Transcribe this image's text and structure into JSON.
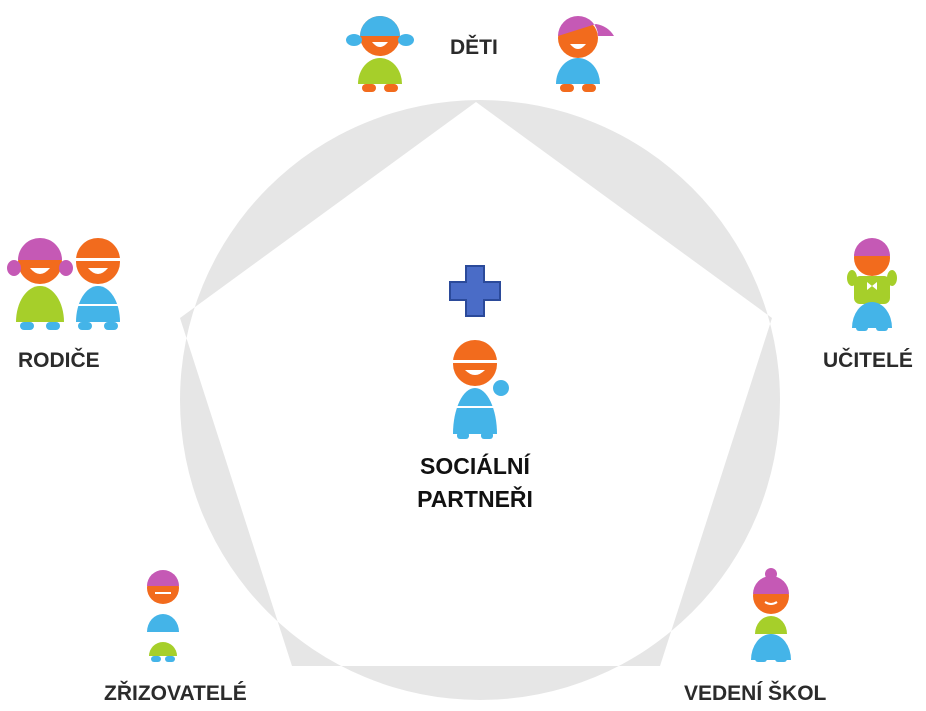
{
  "colors": {
    "ring": "#e6e6e6",
    "orange": "#f26b1d",
    "blue": "#44b4e8",
    "green": "#a6cf2a",
    "magenta": "#c559b5",
    "plus": "#4a6cc7",
    "plus_stroke": "#2b4a9a"
  },
  "nodes": {
    "deti": "DĚTI",
    "ucitele": "UČITELÉ",
    "vedeni_skol": "VEDENÍ ŠKOL",
    "zrizovatele": "ZŘIZOVATELÉ",
    "rodice": "RODIČE"
  },
  "center": {
    "icon": "plus-icon",
    "line1": "SOCIÁLNÍ",
    "line2": "PARTNEŘI"
  },
  "figure_icons": [
    "child-girl-icon",
    "child-boy-icon",
    "teacher-icon",
    "principal-icon",
    "founder-icon",
    "mother-icon",
    "father-icon",
    "partner-icon"
  ]
}
